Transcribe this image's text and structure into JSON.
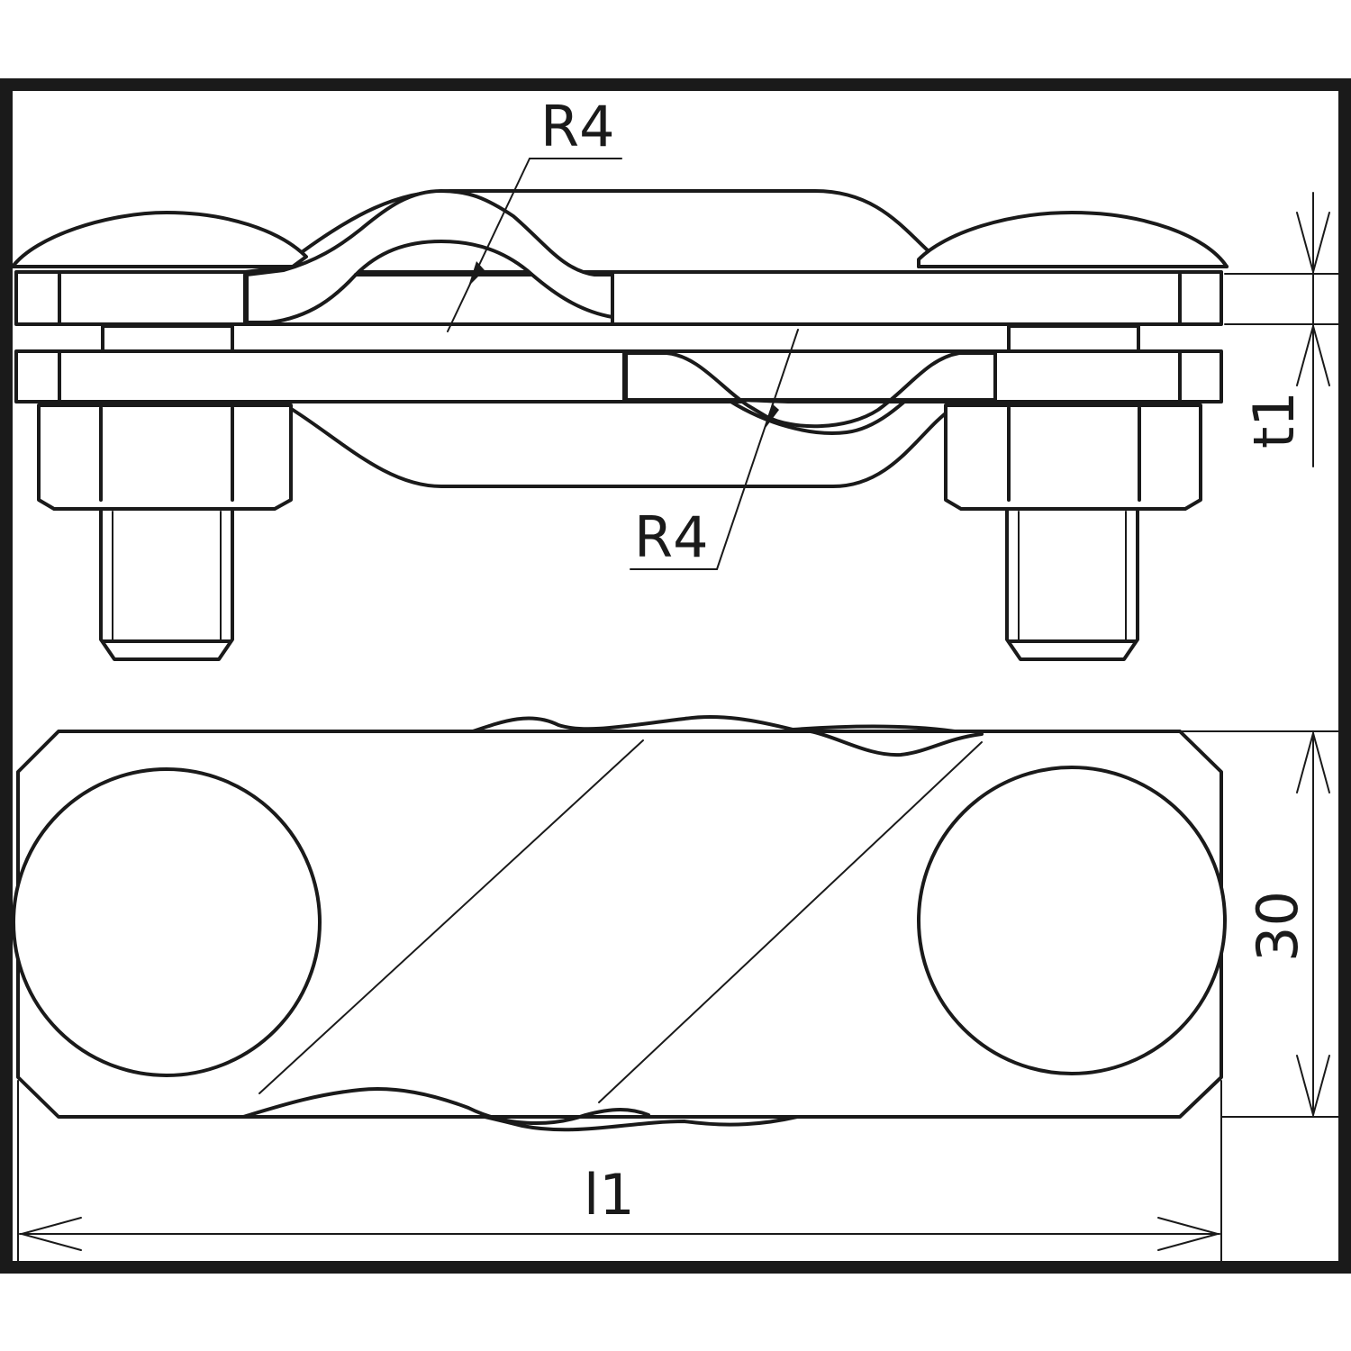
{
  "labels": {
    "radius_top": "R4",
    "radius_bottom": "R4",
    "thickness": "t1",
    "width": "30",
    "length": "l1"
  },
  "colors": {
    "stroke": "#1a1a1a",
    "background": "#ffffff"
  }
}
